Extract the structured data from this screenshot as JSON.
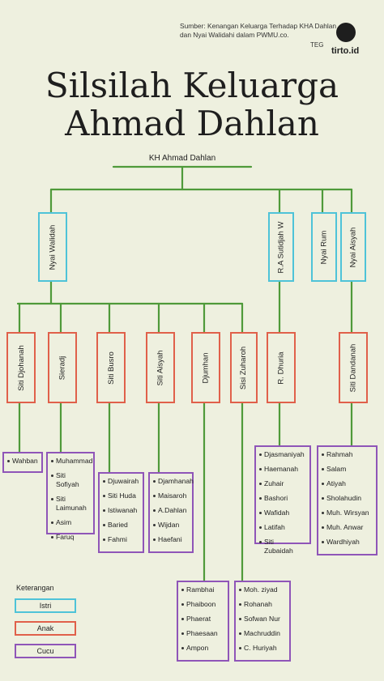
{
  "source": "Sumber: Kenangan Keluarga Terhadap KHA Dahlan dan Nyai Walidahi dalam PWMU.co.",
  "author": "TEG",
  "logo": "tirto.id",
  "title_line1": "Silsilah Keluarga",
  "title_line2": "Ahmad Dahlan",
  "root": "KH Ahmad Dahlan",
  "wives": [
    {
      "name": "Nyai Walidah"
    },
    {
      "name": "R.A Sutidjah W"
    },
    {
      "name": "Nyai Rum"
    },
    {
      "name": "Nyai Aisyah"
    }
  ],
  "children": [
    {
      "name": "Siti Djohanah",
      "cucu": [
        "Wahban"
      ]
    },
    {
      "name": "Sieradj",
      "cucu": [
        "Muhammad",
        "Siti Sofiyah",
        "Siti Laimunah",
        "Asim",
        "Faruq"
      ]
    },
    {
      "name": "Siti Busro",
      "cucu": [
        "Djuwairah",
        "Siti Huda",
        "Istiwanah",
        "Baried",
        "Fahmi"
      ]
    },
    {
      "name": "Siti Aisyah",
      "cucu": [
        "Djamhanah",
        "Maisaroh",
        "A.Dahlan",
        "Wijdan",
        "Haefani"
      ]
    },
    {
      "name": "Djumhan",
      "cucu": [
        "Rambhai",
        "Phaiboon",
        "Phaerat",
        "Phaesaan",
        "Ampon"
      ]
    },
    {
      "name": "Sisi Zuharoh",
      "cucu": [
        "Moh. ziyad",
        "Rohanah",
        "Sofwan Nur",
        "Machruddin",
        "C. Huriyah"
      ]
    },
    {
      "name": "R. Dhuria",
      "cucu": [
        "Djasmaniyah",
        "Haemanah",
        "Zuhair",
        "Bashori",
        "Wafidah",
        "Latifah",
        "Siti Zubaidah"
      ]
    },
    {
      "name": "Siti Dandanah",
      "cucu": [
        "Rahmah",
        "Salam",
        "Atiyah",
        "Sholahudin",
        "Muh. Wirsyan",
        "Muh. Anwar",
        "Wardhiyah"
      ]
    }
  ],
  "legend": {
    "title": "Keterangan",
    "istri": "Istri",
    "anak": "Anak",
    "cucu": "Cucu"
  },
  "colors": {
    "istri": "#4ec3d8",
    "anak": "#e0604a",
    "cucu": "#8f55b8",
    "line": "#4f9a3a",
    "background": "#eef0df"
  }
}
